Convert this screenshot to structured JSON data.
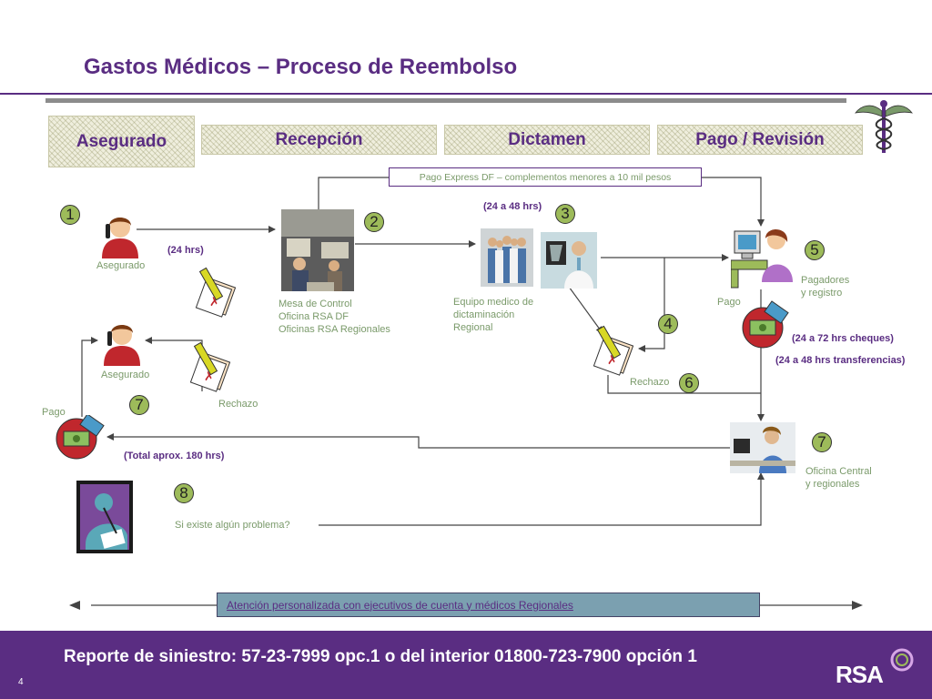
{
  "title": "Gastos Médicos  – Proceso de Reembolso",
  "phases": {
    "asegurado": "Asegurado",
    "recepcion": "Recepción",
    "dictamen": "Dictamen",
    "pago_revision": "Pago / Revisión"
  },
  "express_box": "Pago Express DF – complementos menores a 10 mil pesos",
  "steps": {
    "s1": "1",
    "s2": "2",
    "s3": "3",
    "s4": "4",
    "s5": "5",
    "s6": "6",
    "s7a": "7",
    "s7b": "7",
    "s8": "8"
  },
  "labels": {
    "asegurado_top": "Asegurado",
    "asegurado_mid": "Asegurado",
    "t24": "(24 hrs)",
    "t24_48": "(24 a 48 hrs)",
    "mesa_line1": "Mesa de Control",
    "mesa_line2": "Oficina RSA DF",
    "mesa_line3": "Oficinas RSA Regionales",
    "equipo_line1": "Equipo medico de",
    "equipo_line2": "dictaminación",
    "equipo_line3": "Regional",
    "pagadores_line1": "Pagadores",
    "pagadores_line2": "y registro",
    "pago_right": "Pago",
    "t24_72": "(24 a 72 hrs cheques)",
    "t24_48_transf": "(24 a 48 hrs transferencias)",
    "rechazo_mid": "Rechazo",
    "rechazo_left": "Rechazo",
    "pago_left": "Pago",
    "total": "(Total aprox. 180 hrs)",
    "oficina_line1": "Oficina Central",
    "oficina_line2": "y regionales",
    "problema": "Si existe algún problema?"
  },
  "attention_bar": "Atención personalizada con ejecutivos de cuenta y médicos Regionales",
  "footer": {
    "text": "Reporte de siniestro: 57-23-7999 opc.1 o del interior 01800-723-7900 opción 1",
    "page_number": "4",
    "logo": "RSA"
  },
  "colors": {
    "brand_purple": "#5a2d82",
    "label_green": "#7a9a6a",
    "step_green": "#9dbb5a",
    "bar_blue": "#7ba0b0"
  }
}
